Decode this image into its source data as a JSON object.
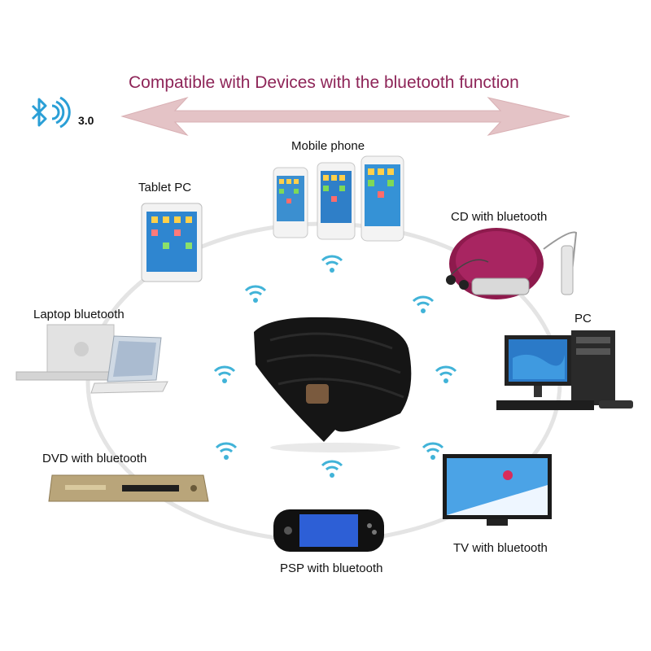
{
  "header": {
    "headline": "Compatible with Devices with the bluetooth function",
    "bluetooth_version": "3.0",
    "arrow_color": "#e4c3c6",
    "headline_color": "#8e2558"
  },
  "center_product": {
    "icon": "knit-beanie-hat-icon",
    "color": "#151515"
  },
  "devices": [
    {
      "label": "Mobile phone",
      "icon": "mobile-phone-icon"
    },
    {
      "label": "CD with bluetooth",
      "icon": "cd-player-icon"
    },
    {
      "label": "PC",
      "icon": "desktop-pc-icon"
    },
    {
      "label": "TV with bluetooth",
      "icon": "tv-icon"
    },
    {
      "label": "PSP with bluetooth",
      "icon": "psp-console-icon"
    },
    {
      "label": "DVD with bluetooth",
      "icon": "dvd-player-icon"
    },
    {
      "label": "Laptop  bluetooth",
      "icon": "laptop-icon"
    },
    {
      "label": "Tablet PC",
      "icon": "tablet-icon"
    }
  ],
  "signal_icon": "wireless-signal-icon",
  "ring_color": "#e6e6e6"
}
